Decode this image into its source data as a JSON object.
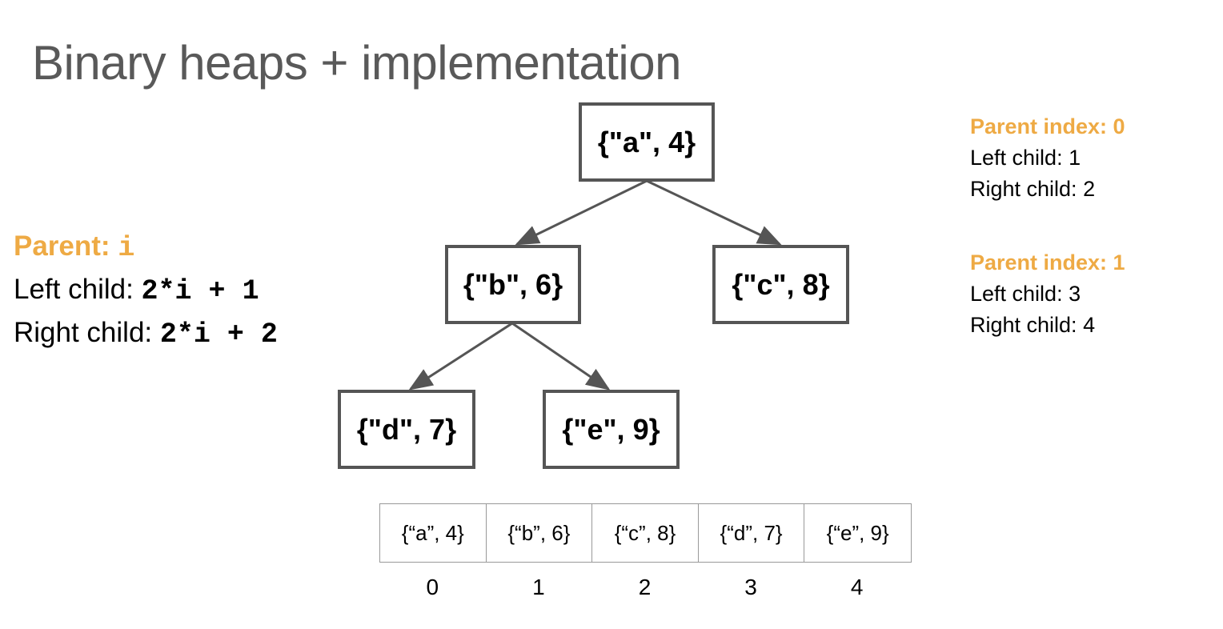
{
  "title": "Binary heaps + implementation",
  "formula": {
    "parent_label": "Parent: ",
    "parent_var": "i",
    "left_label": "Left child: ",
    "left_expr": "2*i + 1",
    "right_label": "Right child: ",
    "right_expr": "2*i + 2"
  },
  "examples": [
    {
      "heading": "Parent index: 0",
      "left": "Left child: 1",
      "right": "Right child: 2"
    },
    {
      "heading": "Parent index: 1",
      "left": "Left child: 3",
      "right": "Right child: 4"
    }
  ],
  "tree": {
    "nodes": [
      {
        "id": "a",
        "label": "{\"a\", 4}"
      },
      {
        "id": "b",
        "label": "{\"b\", 6}"
      },
      {
        "id": "c",
        "label": "{\"c\", 8}"
      },
      {
        "id": "d",
        "label": "{\"d\", 7}"
      },
      {
        "id": "e",
        "label": "{\"e\", 9}"
      }
    ],
    "edges": [
      [
        "a",
        "b"
      ],
      [
        "a",
        "c"
      ],
      [
        "b",
        "d"
      ],
      [
        "b",
        "e"
      ]
    ]
  },
  "array": {
    "cells": [
      "{“a”, 4}",
      "{“b”, 6}",
      "{“c”, 8}",
      "{“d”, 7}",
      "{“e”, 9}"
    ],
    "indices": [
      "0",
      "1",
      "2",
      "3",
      "4"
    ]
  },
  "colors": {
    "accent": "#eeaa44",
    "title": "#595959",
    "border": "#555555"
  }
}
